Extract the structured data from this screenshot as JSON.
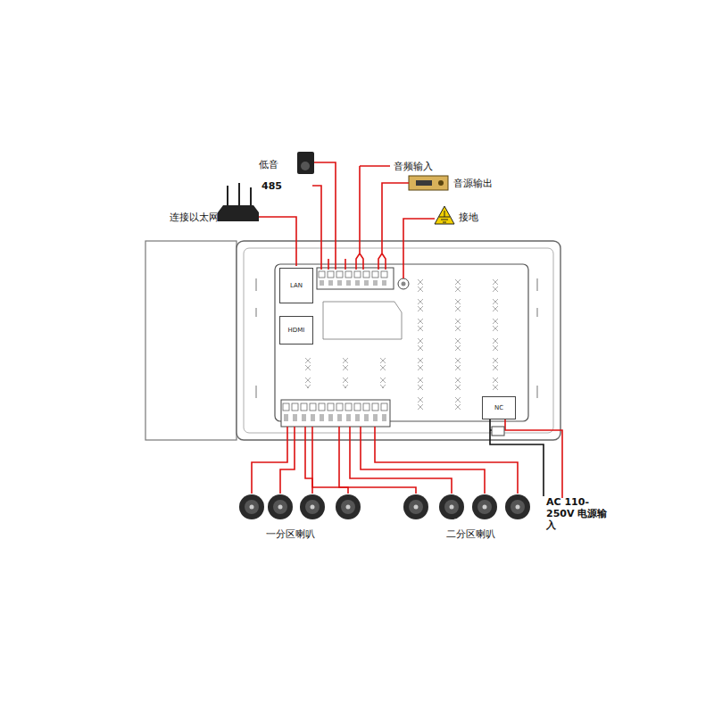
{
  "diagram": {
    "nodes": [
      {
        "text": [
          "LAN"
        ]
      },
      {
        "text": [
          "HDMI"
        ]
      },
      {
        "text": [
          "NC"
        ]
      }
    ],
    "labels": [
      "低音",
      "485",
      "音频输入",
      "音源输出",
      "连接以太网",
      "接地",
      "一分区喇叭",
      "二分区喇叭",
      "AC 110-250V 电源输入"
    ]
  }
}
